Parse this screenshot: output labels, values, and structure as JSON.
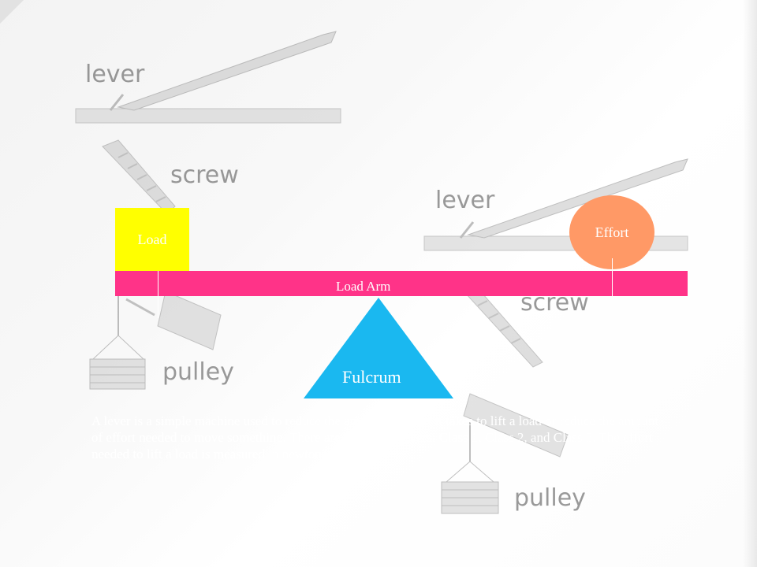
{
  "diagram": {
    "load_label": "Load",
    "effort_label": "Effort",
    "arm_label": "Load Arm",
    "fulcrum_label": "Fulcrum"
  },
  "sketch_labels": {
    "lever_top": "lever",
    "screw_top": "screw",
    "pulley_left": "pulley",
    "lever_right": "lever",
    "screw_right": "screw",
    "pulley_bottom": "pulley"
  },
  "description": {
    "text": "A lever is a simple machine used to reduce the amount of effort it takes to lift a load or reduce the amount of effort needed to move something. There are 3 types of levers: Class 1, Class 2, and Class 3. The effort needed to lift a load is measured in newtons."
  },
  "colors": {
    "load": "#ffff00",
    "effort": "#ff9966",
    "lever_bar": "#ff3388",
    "fulcrum": "#1ab8f0"
  }
}
